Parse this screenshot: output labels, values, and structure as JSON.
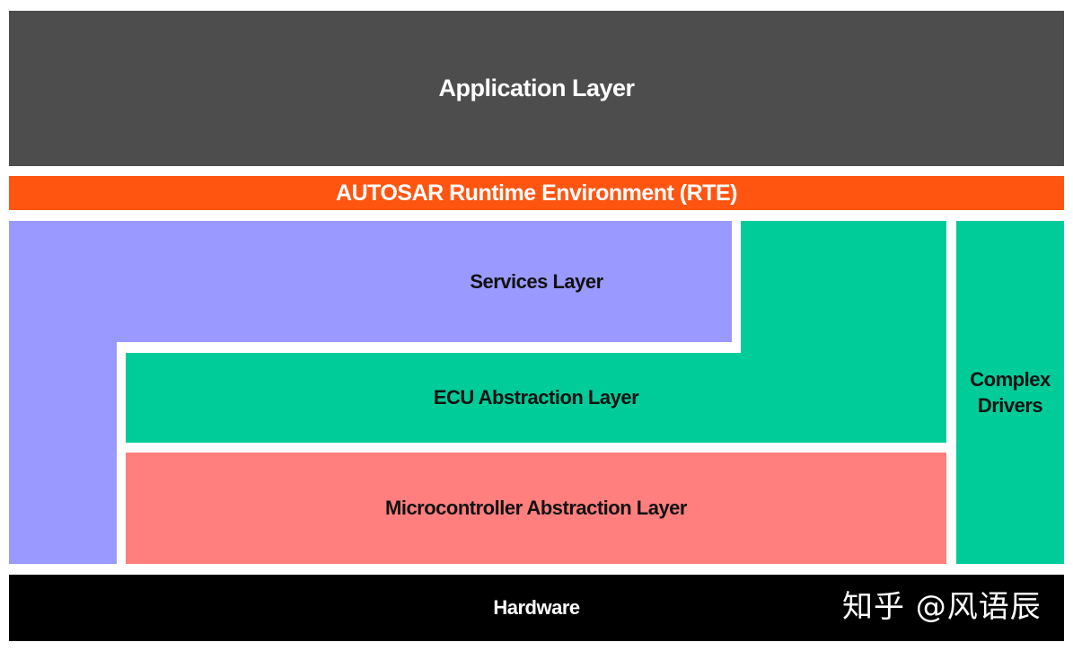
{
  "layers": {
    "application": "Application Layer",
    "rte": "AUTOSAR Runtime Environment (RTE)",
    "services": "Services Layer",
    "ecu_abstraction": "ECU Abstraction Layer",
    "microcontroller_abstraction": "Microcontroller Abstraction Layer",
    "complex_drivers": "Complex Drivers",
    "hardware": "Hardware"
  },
  "watermark": "知乎 @风语辰",
  "colors": {
    "application": "#4d4d4d",
    "rte": "#ff5511",
    "services": "#9999ff",
    "ecu_abstraction": "#00cc99",
    "microcontroller_abstraction": "#ff7f7f",
    "complex_drivers": "#00cc99",
    "hardware": "#000000"
  }
}
